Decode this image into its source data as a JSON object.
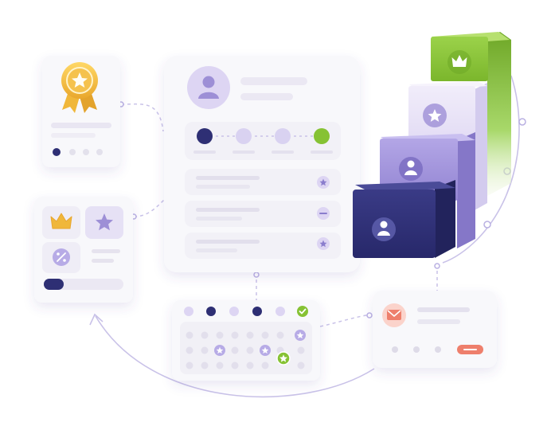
{
  "title": "",
  "colors": {
    "navy": "#2e2f74",
    "purple": "#9d8fd6",
    "lavender": "#d9d2f1",
    "green": "#86c234",
    "gold": "#f0b73a",
    "coral": "#ee7f6c",
    "card": "#f8f8fb",
    "line": "#c9c2e8"
  },
  "icons": [
    "award-medal-icon",
    "crown-icon",
    "star-icon",
    "percent-icon",
    "user-icon",
    "check-icon",
    "minus-icon",
    "mail-icon"
  ],
  "loyalty_tiers": [
    {
      "tier": 1,
      "icon": "user-icon",
      "color": "#2e2f74"
    },
    {
      "tier": 2,
      "icon": "user-icon",
      "color": "#9d8fd6"
    },
    {
      "tier": 3,
      "icon": "star-icon",
      "color": "#e6e0f6"
    },
    {
      "tier": 4,
      "icon": "crown-icon",
      "color": "#86c234"
    }
  ],
  "profile_card": {
    "progress_steps": [
      {
        "state": "completed",
        "color": "#2e2f74"
      },
      {
        "state": "pending",
        "color": "#d9d2f1"
      },
      {
        "state": "pending",
        "color": "#d9d2f1"
      },
      {
        "state": "achieved",
        "color": "#86c234"
      }
    ],
    "list_rows": [
      {
        "icon": "star-icon"
      },
      {
        "icon": "minus-icon"
      },
      {
        "icon": "star-icon"
      }
    ]
  },
  "reward_card": {
    "icon": "award-medal-icon",
    "active_page": 1,
    "page_count": 4
  },
  "benefits_card": {
    "tiles": [
      "crown-icon",
      "star-icon",
      "percent-icon"
    ],
    "progress": 0.25
  },
  "calendar_card": {
    "header_states": [
      "light",
      "navy",
      "light",
      "navy",
      "light",
      "check"
    ]
  },
  "notification_card": {
    "icon": "mail-icon",
    "page_count": 3
  }
}
